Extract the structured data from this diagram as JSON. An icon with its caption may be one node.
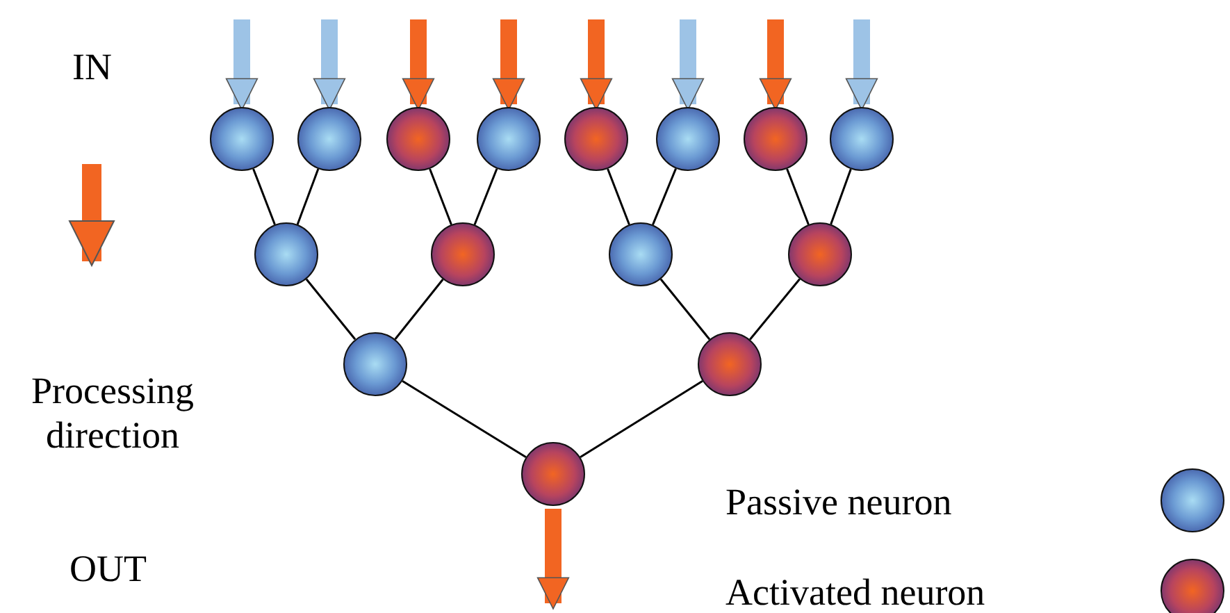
{
  "diagram": {
    "nodes": [
      {
        "text": [],
        "shape": "circle"
      },
      {
        "text": [],
        "shape": "circle"
      },
      {
        "text": [],
        "shape": "circle"
      },
      {
        "text": [],
        "shape": "circle"
      },
      {
        "text": [],
        "shape": "circle"
      },
      {
        "text": [],
        "shape": "circle"
      },
      {
        "text": [],
        "shape": "circle"
      },
      {
        "text": [],
        "shape": "circle"
      },
      {
        "text": [],
        "shape": "circle"
      },
      {
        "text": [],
        "shape": "circle"
      },
      {
        "text": [],
        "shape": "circle"
      },
      {
        "text": [],
        "shape": "circle"
      },
      {
        "text": [],
        "shape": "circle"
      },
      {
        "text": [],
        "shape": "circle"
      },
      {
        "text": [],
        "shape": "circle"
      }
    ],
    "edges": [
      {
        "from": null,
        "to": 0,
        "arrow": "to",
        "style": "thick",
        "color": "#9dc3e6"
      },
      {
        "from": null,
        "to": 1,
        "arrow": "to",
        "style": "thick",
        "color": "#9dc3e6"
      },
      {
        "from": null,
        "to": 2,
        "arrow": "to",
        "style": "thick",
        "color": "#f26522"
      },
      {
        "from": null,
        "to": 3,
        "arrow": "to",
        "style": "thick",
        "color": "#f26522"
      },
      {
        "from": null,
        "to": 4,
        "arrow": "to",
        "style": "thick",
        "color": "#f26522"
      },
      {
        "from": null,
        "to": 5,
        "arrow": "to",
        "style": "thick",
        "color": "#9dc3e6"
      },
      {
        "from": null,
        "to": 6,
        "arrow": "to",
        "style": "thick",
        "color": "#f26522"
      },
      {
        "from": null,
        "to": 7,
        "arrow": "to",
        "style": "thick",
        "color": "#9dc3e6"
      },
      {
        "from": 0,
        "to": 8,
        "arrow": "none"
      },
      {
        "from": 1,
        "to": 8,
        "arrow": "none"
      },
      {
        "from": 2,
        "to": 9,
        "arrow": "none"
      },
      {
        "from": 3,
        "to": 9,
        "arrow": "none"
      },
      {
        "from": 4,
        "to": 10,
        "arrow": "none"
      },
      {
        "from": 5,
        "to": 10,
        "arrow": "none"
      },
      {
        "from": 6,
        "to": 11,
        "arrow": "none"
      },
      {
        "from": 7,
        "to": 11,
        "arrow": "none"
      },
      {
        "from": 8,
        "to": 12,
        "arrow": "none"
      },
      {
        "from": 9,
        "to": 12,
        "arrow": "none"
      },
      {
        "from": 10,
        "to": 13,
        "arrow": "none"
      },
      {
        "from": 11,
        "to": 13,
        "arrow": "none"
      },
      {
        "from": 12,
        "to": 14,
        "arrow": "none"
      },
      {
        "from": 13,
        "to": 14,
        "arrow": "none"
      },
      {
        "from": 14,
        "to": null,
        "arrow": "to",
        "style": "thick",
        "color": "#f26522"
      }
    ],
    "labels": [
      "IN",
      "Processing direction",
      "OUT"
    ],
    "legend": [
      {
        "text": "Passive neuron"
      },
      {
        "text": "Activated neuron"
      }
    ]
  }
}
